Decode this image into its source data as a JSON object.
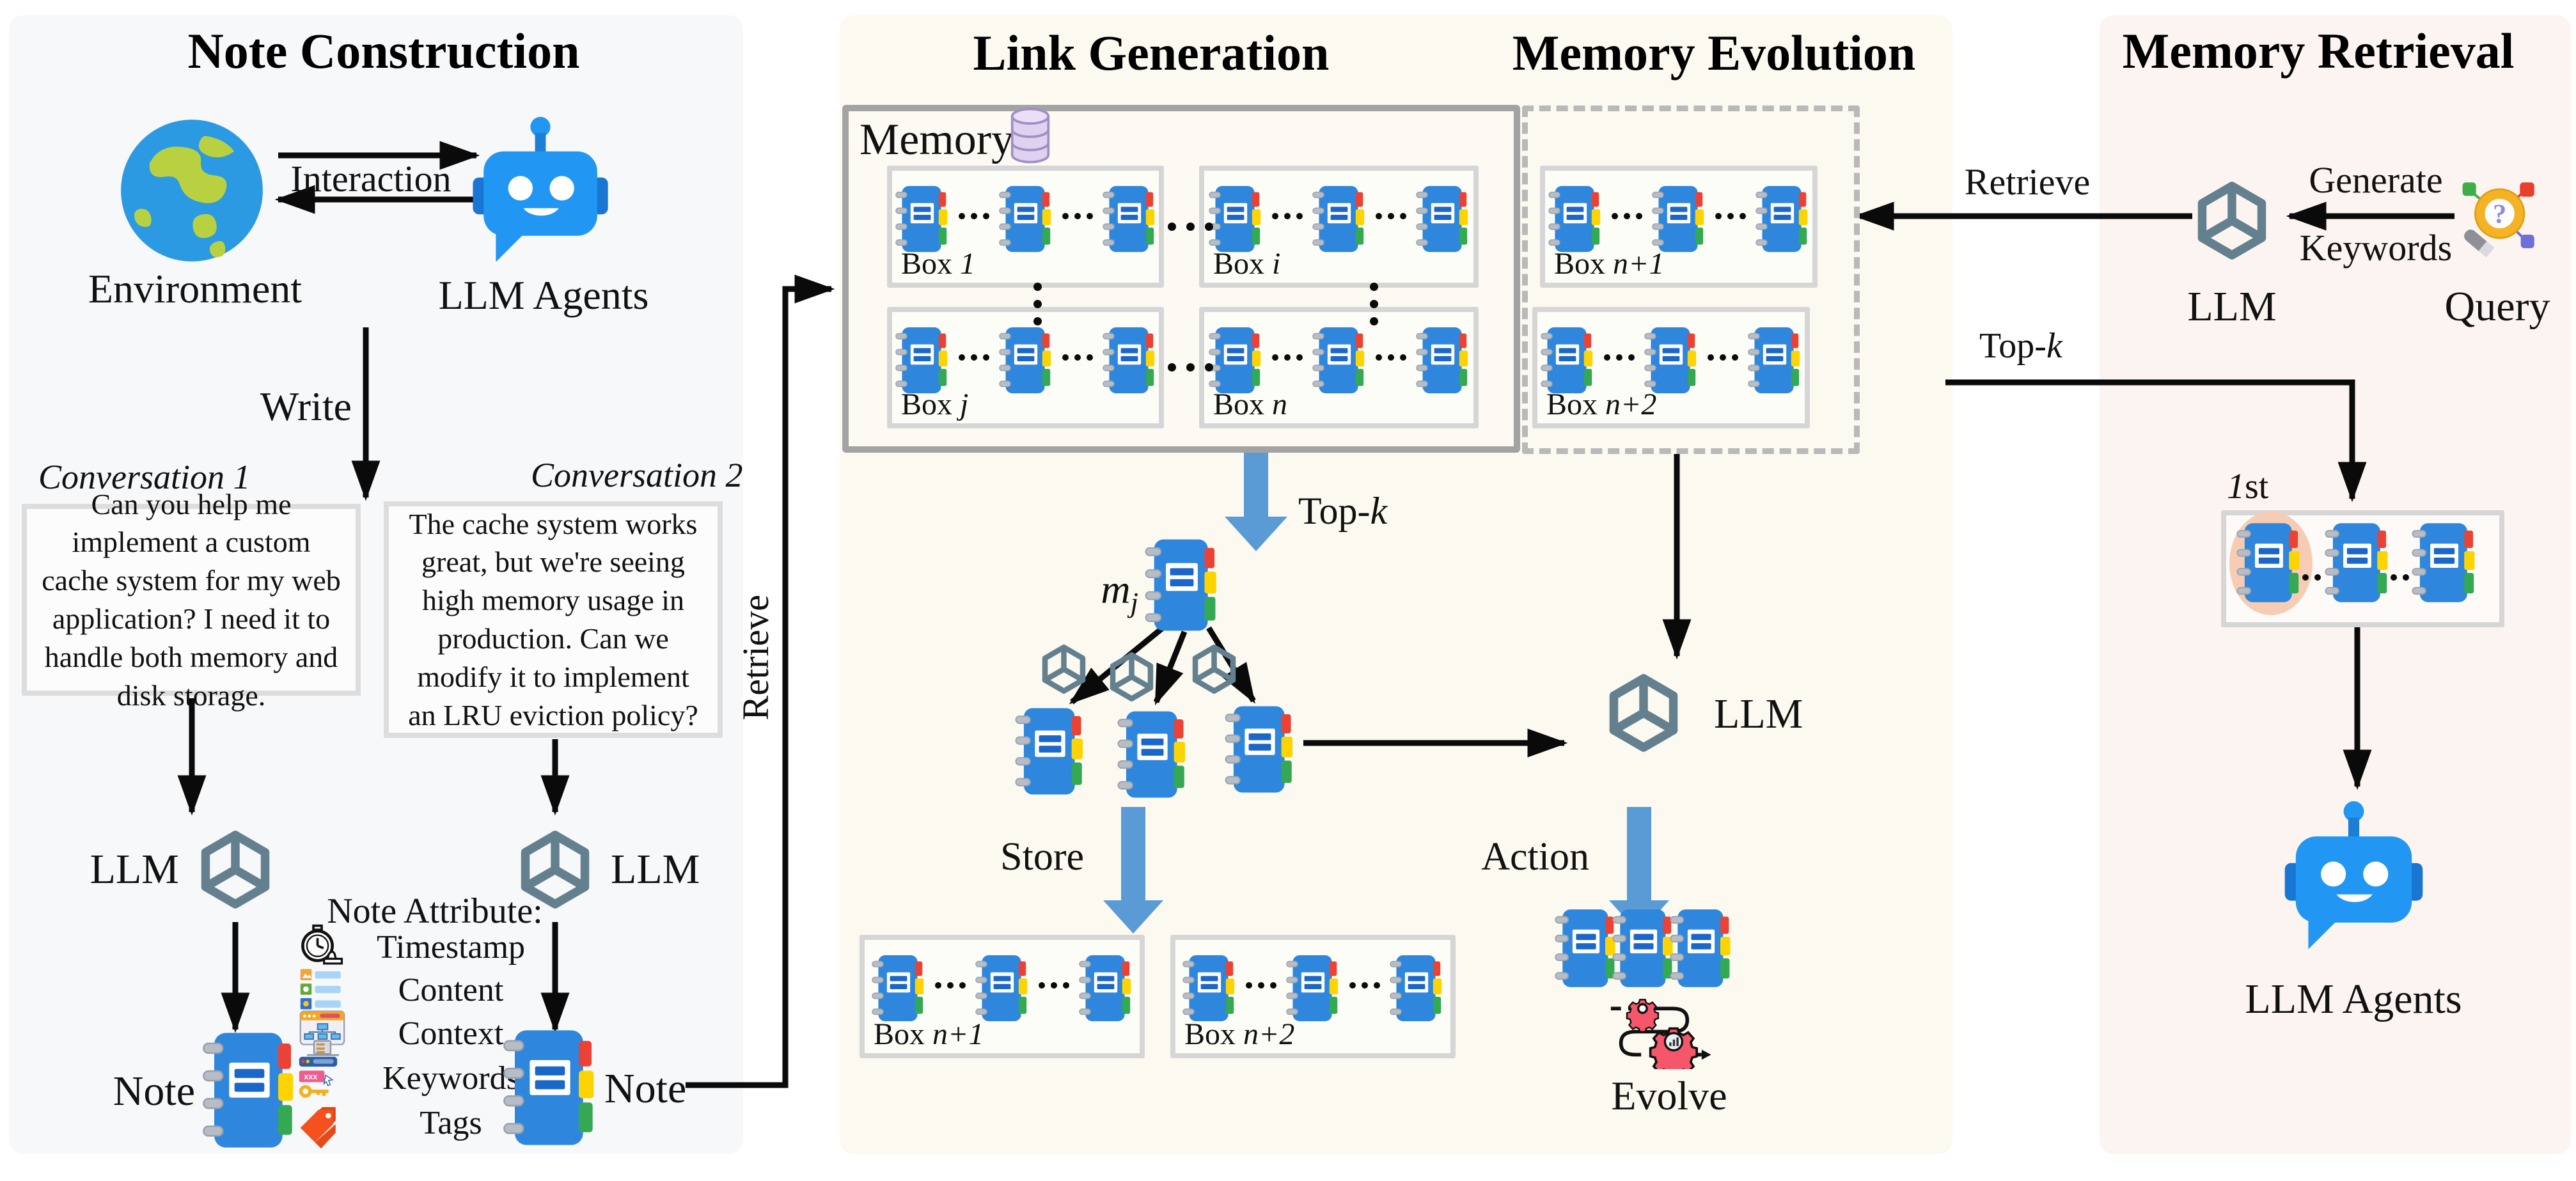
{
  "nc": {
    "title": "Note Construction",
    "environment_label": "Environment",
    "agents_label": "LLM Agents",
    "interaction_label": "Interaction",
    "write_label": "Write",
    "conversation1": {
      "title": "Conversation 1",
      "text": "Can you help me implement a custom cache system for my web application? I need it to handle both memory and disk storage."
    },
    "conversation2": {
      "title": "Conversation 2",
      "text": "The cache system works great, but we're seeing high memory usage in production. Can we modify it to implement an LRU eviction policy?"
    },
    "llm_left_label": "LLM",
    "llm_right_label": "LLM",
    "note_left_label": "Note",
    "note_right_label": "Note",
    "note_attributes": {
      "title": "Note Attribute:",
      "items": [
        {
          "icon": "timestamp-icon",
          "label": "Timestamp"
        },
        {
          "icon": "content-icon",
          "label": "Content"
        },
        {
          "icon": "context-icon",
          "label": "Context"
        },
        {
          "icon": "keywords-icon",
          "label": "Keywords"
        },
        {
          "icon": "tags-icon",
          "label": "Tags"
        }
      ]
    },
    "retrieve_label": "Retrieve"
  },
  "lg": {
    "title": "Link Generation",
    "memory_label": "Memory",
    "boxes": {
      "b1": {
        "prefix": "Box ",
        "var": "1"
      },
      "bi": {
        "prefix": "Box ",
        "var": "i"
      },
      "bj": {
        "prefix": "Box ",
        "var": "j"
      },
      "bn": {
        "prefix": "Box ",
        "var": "n"
      }
    },
    "topk": {
      "prefix": "Top-",
      "var": "k"
    },
    "mj": {
      "base": "m",
      "sub": "j"
    },
    "store_label": "Store",
    "store_boxes": {
      "n1": {
        "prefix": "Box ",
        "var": "n+1"
      },
      "n2": {
        "prefix": "Box ",
        "var": "n+2"
      }
    }
  },
  "me": {
    "title": "Memory Evolution",
    "boxes": {
      "n1": {
        "prefix": "Box ",
        "var": "n+1"
      },
      "n2": {
        "prefix": "Box ",
        "var": "n+2"
      }
    },
    "llm_label": "LLM",
    "action_label": "Action",
    "evolve_label": "Evolve"
  },
  "mr": {
    "title": "Memory Retrieval",
    "retrieve_label": "Retrieve",
    "generate_label": "Generate",
    "keywords_label": "Keywords",
    "llm_label": "LLM",
    "query_label": "Query",
    "topk": {
      "prefix": "Top-",
      "var": "k"
    },
    "first": {
      "var": "1",
      "suffix": "st"
    },
    "agents_label": "LLM Agents"
  },
  "icons": [
    "earth-icon",
    "robot-icon",
    "openai-llm-icon",
    "notebook-icon",
    "database-icon",
    "query-magnifier-icon",
    "gears-process-icon",
    "timestamp-icon",
    "content-icon",
    "context-icon",
    "keywords-icon",
    "tags-icon"
  ],
  "colors": {
    "panel_left_bg": "#f6f8fa",
    "panel_center_bg": "#fbf9f0",
    "panel_right_bg": "#fcf4f0",
    "notebook_blue": "#2e87dc",
    "robot_blue": "#2196f3",
    "llm_slate": "#64808f",
    "thick_arrow_blue": "#5b9bd5",
    "tab_red": "#ea4335",
    "tab_yellow": "#fdd402",
    "tab_green": "#34a853",
    "highlight_peach": "#f6cdb4",
    "db_purple": "#ded2f0",
    "arrow_black": "#0a0a0a"
  }
}
